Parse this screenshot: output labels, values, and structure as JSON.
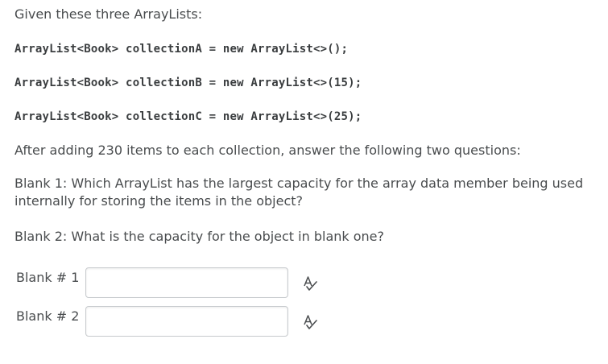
{
  "question": {
    "intro": "Given these three ArrayLists:",
    "code_lines": [
      "ArrayList<Book> collectionA = new ArrayList<>();",
      "ArrayList<Book> collectionB = new ArrayList<>(15);",
      "ArrayList<Book> collectionC = new ArrayList<>(25);"
    ],
    "instruction": "After adding 230 items to each collection, answer the following two questions:",
    "blank1_prompt": "Blank 1: Which ArrayList has the largest capacity for the array data member being used internally for storing the items in the object?",
    "blank2_prompt": "Blank 2: What is the capacity for the object in blank one?"
  },
  "answers": [
    {
      "label": "Blank # 1",
      "value": ""
    },
    {
      "label": "Blank # 2",
      "value": ""
    }
  ],
  "icons": {
    "spellcheck": "spellcheck-icon"
  }
}
